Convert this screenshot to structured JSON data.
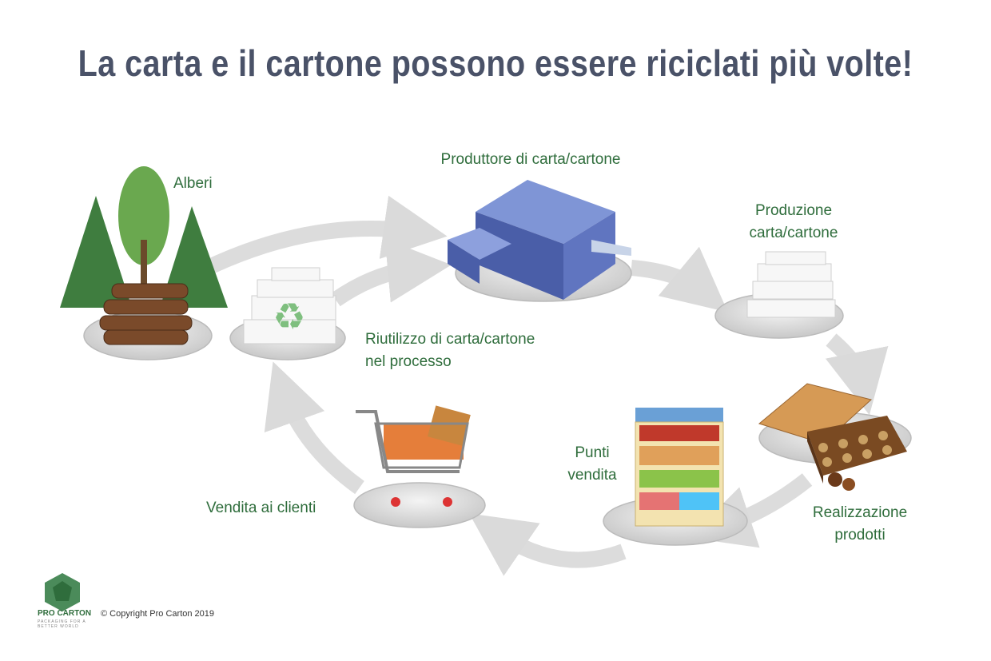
{
  "title": "La carta e il cartone possono essere riciclati più volte!",
  "labels": {
    "alberi": "Alberi",
    "produttore": "Produttore di carta/cartone",
    "produzione_1": "Produzione",
    "produzione_2": "carta/cartone",
    "riutilizzo_1": "Riutilizzo di carta/cartone",
    "riutilizzo_2": "nel processo",
    "realizzazione_1": "Realizzazione",
    "realizzazione_2": "prodotti",
    "punti_1": "Punti",
    "punti_2": "vendita",
    "vendita": "Vendita ai clienti"
  },
  "footer": {
    "logo_name": "PRO CARTON",
    "logo_tagline": "PACKAGING FOR A BETTER WORLD",
    "copyright": "© Copyright Pro Carton 2019"
  },
  "colors": {
    "title": "#4a5268",
    "label": "#2f6d3c",
    "arrow": "#d9d9d9"
  }
}
